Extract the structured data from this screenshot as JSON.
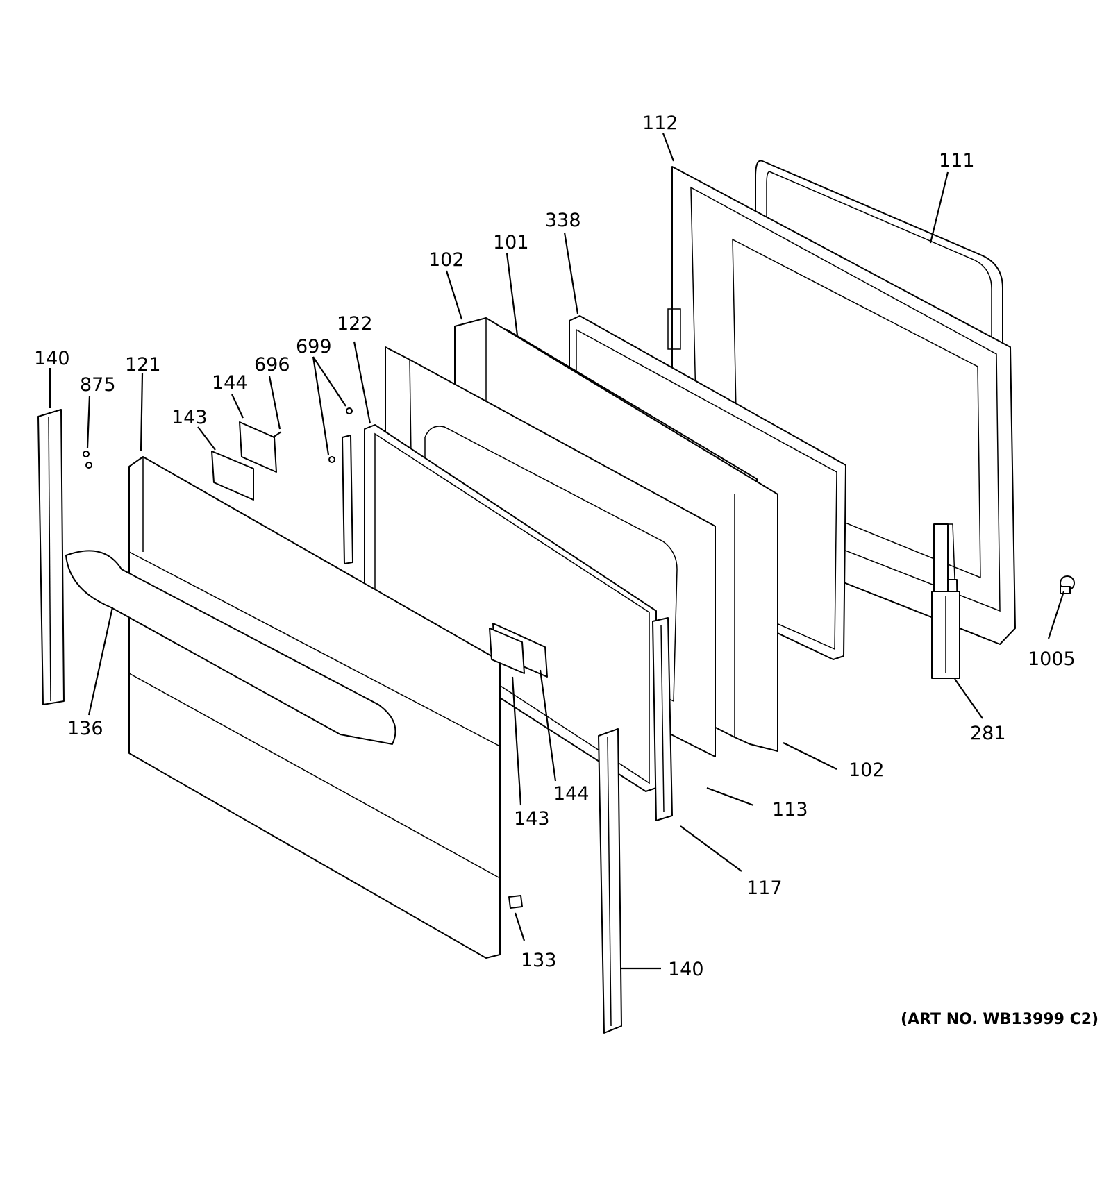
{
  "diagram": {
    "art_number": "(ART NO. WB13999 C2)",
    "callouts": [
      {
        "id": "c112",
        "label": "112"
      },
      {
        "id": "c111",
        "label": "111"
      },
      {
        "id": "c338",
        "label": "338"
      },
      {
        "id": "c101",
        "label": "101"
      },
      {
        "id": "c102a",
        "label": "102"
      },
      {
        "id": "c122",
        "label": "122"
      },
      {
        "id": "c699",
        "label": "699"
      },
      {
        "id": "c696",
        "label": "696"
      },
      {
        "id": "c144a",
        "label": "144"
      },
      {
        "id": "c143a",
        "label": "143"
      },
      {
        "id": "c121",
        "label": "121"
      },
      {
        "id": "c875",
        "label": "875"
      },
      {
        "id": "c140a",
        "label": "140"
      },
      {
        "id": "c136",
        "label": "136"
      },
      {
        "id": "c143b",
        "label": "143"
      },
      {
        "id": "c144b",
        "label": "144"
      },
      {
        "id": "c102b",
        "label": "102"
      },
      {
        "id": "c113",
        "label": "113"
      },
      {
        "id": "c117",
        "label": "117"
      },
      {
        "id": "c133",
        "label": "133"
      },
      {
        "id": "c140b",
        "label": "140"
      },
      {
        "id": "c281",
        "label": "281"
      },
      {
        "id": "c1005",
        "label": "1005"
      }
    ]
  }
}
